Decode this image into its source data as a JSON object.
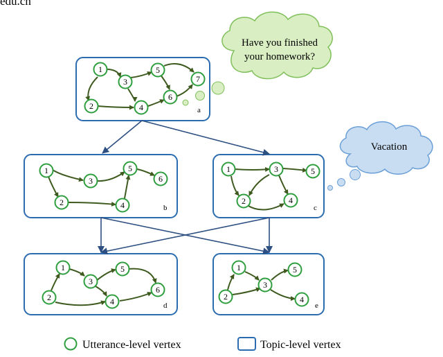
{
  "header_fragment": "edu.cn",
  "colors": {
    "panel_border": "#2b6cb0",
    "vertex_green": "#2e9e3e",
    "edge": "#3f5a1f",
    "connector": "#2d4f82",
    "cloud_green_fill": "#d9efc3",
    "cloud_green_stroke": "#7fbf5a",
    "cloud_blue_fill": "#c9ddf2",
    "cloud_blue_stroke": "#6a9fd8"
  },
  "diagram": {
    "panels": [
      {
        "id": "a",
        "label": "a",
        "vertices": [
          "1",
          "3",
          "5",
          "7",
          "2",
          "4",
          "6"
        ]
      },
      {
        "id": "b",
        "label": "b",
        "vertices": [
          "1",
          "3",
          "5",
          "6",
          "2",
          "4"
        ]
      },
      {
        "id": "c",
        "label": "c",
        "vertices": [
          "1",
          "3",
          "5",
          "2",
          "4"
        ]
      },
      {
        "id": "d",
        "label": "d",
        "vertices": [
          "1",
          "3",
          "5",
          "2",
          "4",
          "6"
        ]
      },
      {
        "id": "e",
        "label": "e",
        "vertices": [
          "1",
          "3",
          "5",
          "2",
          "4"
        ]
      }
    ],
    "clouds": [
      {
        "id": "homework",
        "lines": [
          "Have you finished",
          "your homework?"
        ]
      },
      {
        "id": "vacation",
        "lines": [
          "Vacation"
        ]
      }
    ]
  },
  "legend": {
    "utterance_label": "Utterance-level vertex",
    "topic_label": "Topic-level vertex"
  }
}
